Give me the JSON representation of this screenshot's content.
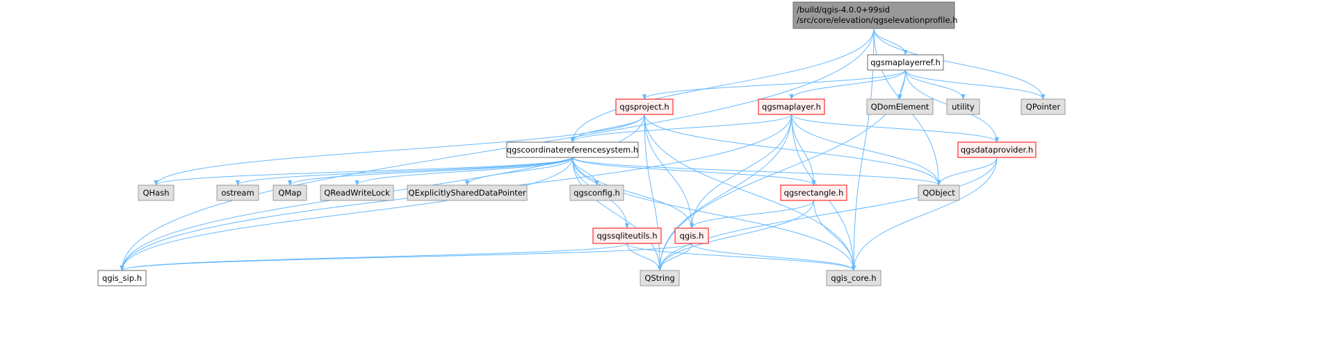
{
  "graph": {
    "nodes": [
      {
        "id": "root",
        "lines": [
          "/build/qgis-4.0.0+99sid",
          "/src/core/elevation/qgselevationprofile.h"
        ],
        "style": "root"
      },
      {
        "id": "maplayerref",
        "lines": [
          "qgsmaplayerref.h"
        ],
        "style": "plain"
      },
      {
        "id": "project",
        "lines": [
          "qgsproject.h"
        ],
        "style": "red"
      },
      {
        "id": "maplayer",
        "lines": [
          "qgsmaplayer.h"
        ],
        "style": "red"
      },
      {
        "id": "qdomelement",
        "lines": [
          "QDomElement"
        ],
        "style": "gray"
      },
      {
        "id": "utility",
        "lines": [
          "utility"
        ],
        "style": "gray"
      },
      {
        "id": "qpointer",
        "lines": [
          "QPointer"
        ],
        "style": "gray"
      },
      {
        "id": "crs",
        "lines": [
          "qgscoordinatereferencesystem.h"
        ],
        "style": "plain"
      },
      {
        "id": "dataprovider",
        "lines": [
          "qgsdataprovider.h"
        ],
        "style": "red"
      },
      {
        "id": "qhash",
        "lines": [
          "QHash"
        ],
        "style": "gray"
      },
      {
        "id": "ostream",
        "lines": [
          "ostream"
        ],
        "style": "gray"
      },
      {
        "id": "qmap",
        "lines": [
          "QMap"
        ],
        "style": "gray"
      },
      {
        "id": "qreadwritelock",
        "lines": [
          "QReadWriteLock"
        ],
        "style": "gray"
      },
      {
        "id": "qexplicit",
        "lines": [
          "QExplicitlySharedDataPointer"
        ],
        "style": "gray"
      },
      {
        "id": "qgsconfig",
        "lines": [
          "qgsconfig.h"
        ],
        "style": "gray"
      },
      {
        "id": "rectangle",
        "lines": [
          "qgsrectangle.h"
        ],
        "style": "red"
      },
      {
        "id": "qobject",
        "lines": [
          "QObject"
        ],
        "style": "gray"
      },
      {
        "id": "sqliteutils",
        "lines": [
          "qgssqliteutils.h"
        ],
        "style": "red"
      },
      {
        "id": "qgis",
        "lines": [
          "qgis.h"
        ],
        "style": "red"
      },
      {
        "id": "qgis_sip",
        "lines": [
          "qgis_sip.h"
        ],
        "style": "plain"
      },
      {
        "id": "qstring",
        "lines": [
          "QString"
        ],
        "style": "gray"
      },
      {
        "id": "qgis_core",
        "lines": [
          "qgis_core.h"
        ],
        "style": "gray"
      }
    ],
    "edges": [
      [
        "root",
        "qgis_sip"
      ],
      [
        "root",
        "crs"
      ],
      [
        "root",
        "maplayerref"
      ],
      [
        "root",
        "qpointer"
      ],
      [
        "root",
        "qobject"
      ],
      [
        "root",
        "qgis_core"
      ],
      [
        "maplayerref",
        "project"
      ],
      [
        "maplayerref",
        "maplayer"
      ],
      [
        "maplayerref",
        "qdomelement"
      ],
      [
        "maplayerref",
        "utility"
      ],
      [
        "maplayerref",
        "qpointer"
      ],
      [
        "maplayerref",
        "dataprovider"
      ],
      [
        "maplayerref",
        "qstring"
      ],
      [
        "project",
        "crs"
      ],
      [
        "project",
        "qgis"
      ],
      [
        "project",
        "qgis_sip"
      ],
      [
        "project",
        "qhash"
      ],
      [
        "project",
        "qobject"
      ],
      [
        "project",
        "qgis_core"
      ],
      [
        "project",
        "qstring"
      ],
      [
        "maplayer",
        "crs"
      ],
      [
        "maplayer",
        "dataprovider"
      ],
      [
        "maplayer",
        "rectangle"
      ],
      [
        "maplayer",
        "qgis"
      ],
      [
        "maplayer",
        "qobject"
      ],
      [
        "maplayer",
        "qstring"
      ],
      [
        "maplayer",
        "qgis_core"
      ],
      [
        "maplayer",
        "qgis_sip"
      ],
      [
        "crs",
        "qhash"
      ],
      [
        "crs",
        "ostream"
      ],
      [
        "crs",
        "qmap"
      ],
      [
        "crs",
        "qreadwritelock"
      ],
      [
        "crs",
        "qexplicit"
      ],
      [
        "crs",
        "qgsconfig"
      ],
      [
        "crs",
        "rectangle"
      ],
      [
        "crs",
        "qobject"
      ],
      [
        "crs",
        "sqliteutils"
      ],
      [
        "crs",
        "qgis"
      ],
      [
        "crs",
        "qstring"
      ],
      [
        "crs",
        "qgis_core"
      ],
      [
        "crs",
        "qgis_sip"
      ],
      [
        "dataprovider",
        "qobject"
      ],
      [
        "dataprovider",
        "qstring"
      ],
      [
        "dataprovider",
        "qgis_core"
      ],
      [
        "rectangle",
        "qgis"
      ],
      [
        "rectangle",
        "qstring"
      ],
      [
        "rectangle",
        "qgis_core"
      ],
      [
        "sqliteutils",
        "qgis_sip"
      ],
      [
        "sqliteutils",
        "qstring"
      ],
      [
        "sqliteutils",
        "qgis_core"
      ],
      [
        "qgis",
        "qgis_sip"
      ],
      [
        "qgis",
        "qstring"
      ],
      [
        "qgis",
        "qgis_core"
      ]
    ],
    "colors": {
      "edge": "#63b8ff",
      "red_border": "#ff0000",
      "red_fill": "#fff0f0",
      "gray_fill": "#e0e0e0",
      "gray_border": "#999999",
      "root_fill": "#999999",
      "root_border": "#666666",
      "plain_border": "#666666"
    }
  }
}
